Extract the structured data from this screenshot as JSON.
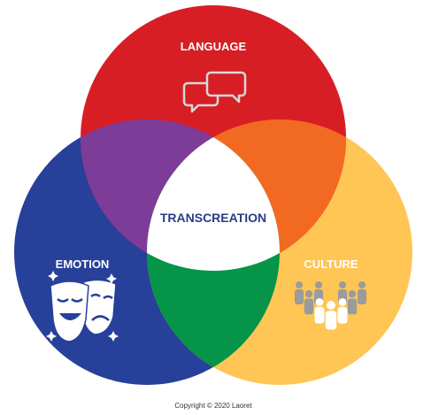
{
  "diagram": {
    "center_label": "TRANSCREATION",
    "sets": [
      {
        "key": "language",
        "label": "LANGUAGE",
        "icon": "speech-bubbles-icon"
      },
      {
        "key": "emotion",
        "label": "EMOTION",
        "icon": "theater-masks-icon"
      },
      {
        "key": "culture",
        "label": "CULTURE",
        "icon": "crowd-people-icon"
      }
    ],
    "colors": {
      "language": "#d71e25",
      "emotion": "#27409a",
      "culture": "#ffc555",
      "language_emotion": "#7d3c98",
      "language_culture": "#f26a22",
      "emotion_culture": "#059448",
      "center": "#ffffff",
      "center_text": "#2b3b86",
      "icon_gray": "#9b9b9b"
    }
  },
  "footer": {
    "copyright": "Copyright © 2020 Laoret"
  }
}
